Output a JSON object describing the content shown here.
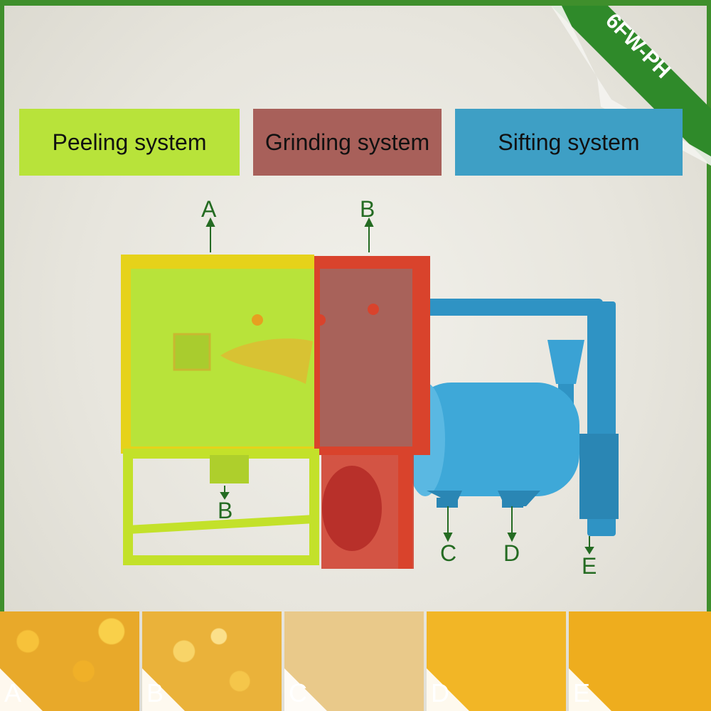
{
  "model": "6FW-PH",
  "systems": {
    "peeling": "Peeling system",
    "grinding": "Grinding system",
    "sifting": "Sifting system"
  },
  "callouts": {
    "a_top": "A",
    "b_top": "B",
    "b_outlet": "B",
    "c": "C",
    "d": "D",
    "e": "E"
  },
  "samples": [
    "A",
    "B",
    "C",
    "D",
    "E"
  ],
  "colors": {
    "peeling": "#b8e33a",
    "grinding": "#a8605a",
    "sifting": "#3e9fc5",
    "frame_green": "#3f8f2c",
    "label_green": "#246b22"
  }
}
